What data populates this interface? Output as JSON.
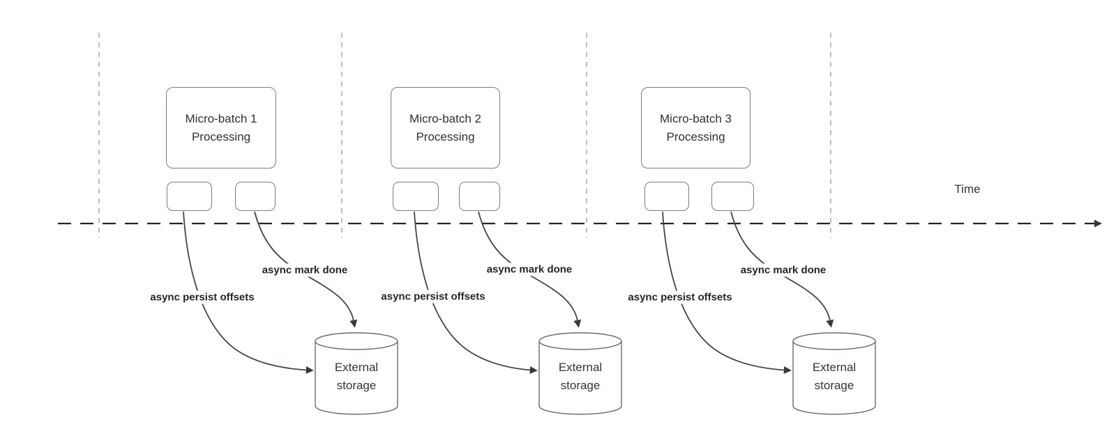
{
  "colors": {
    "background": "#ffffff",
    "arrow_stroke": "#3f454e",
    "timeline_stroke": "#22262c",
    "divider_stroke": "#a9adb2",
    "box_border": "#767d87",
    "cylinder_stroke": "#666c75",
    "text": "#2b313a"
  },
  "timeline": {
    "label": "Time"
  },
  "groups": [
    {
      "batch_title": "Micro-batch 1\nProcessing",
      "persist_label": "async persist offsets",
      "mark_done_label": "async mark done",
      "storage_label": "External\nstorage"
    },
    {
      "batch_title": "Micro-batch 2\nProcessing",
      "persist_label": "async persist offsets",
      "mark_done_label": "async mark done",
      "storage_label": "External\nstorage"
    },
    {
      "batch_title": "Micro-batch 3\nProcessing",
      "persist_label": "async persist offsets",
      "mark_done_label": "async mark done",
      "storage_label": "External\nstorage"
    }
  ]
}
